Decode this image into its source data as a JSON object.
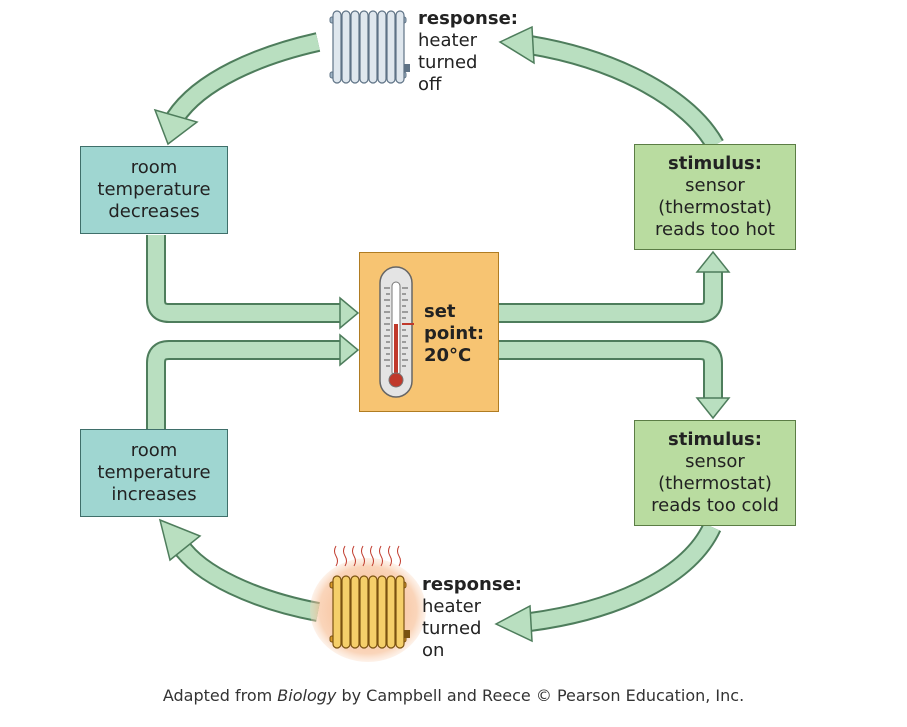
{
  "boxes": {
    "decreases": {
      "lines": [
        "room",
        "temperature",
        "decreases"
      ]
    },
    "increases": {
      "lines": [
        "room",
        "temperature",
        "increases"
      ]
    },
    "hot": {
      "heading": "stimulus:",
      "lines": [
        "sensor",
        "(thermostat)",
        "reads too hot"
      ]
    },
    "cold": {
      "heading": "stimulus:",
      "lines": [
        "sensor",
        "(thermostat)",
        "reads too cold"
      ]
    },
    "setpoint": {
      "lines": [
        "set",
        "point:",
        "20°C"
      ]
    }
  },
  "responses": {
    "off": {
      "heading": "response:",
      "lines": [
        "heater",
        "turned",
        "off"
      ]
    },
    "on": {
      "heading": "response:",
      "lines": [
        "heater",
        "turned",
        "on"
      ]
    }
  },
  "caption": {
    "prefix": "Adapted from ",
    "book": "Biology",
    "suffix": " by Campbell and Reece © Pearson Education, Inc."
  },
  "colors": {
    "arrow_fill": "#b9dfc0",
    "arrow_stroke": "#4e7d5c",
    "teal_box": "#9fd6d1",
    "green_box": "#b9dca0",
    "orange_box": "#f7c472",
    "radiator_cold": "#c9d4de",
    "radiator_hot": "#f3c35a",
    "heat_glow": "#f29a6b"
  },
  "icons": [
    "radiator-cold-icon",
    "radiator-hot-icon",
    "thermometer-icon"
  ]
}
